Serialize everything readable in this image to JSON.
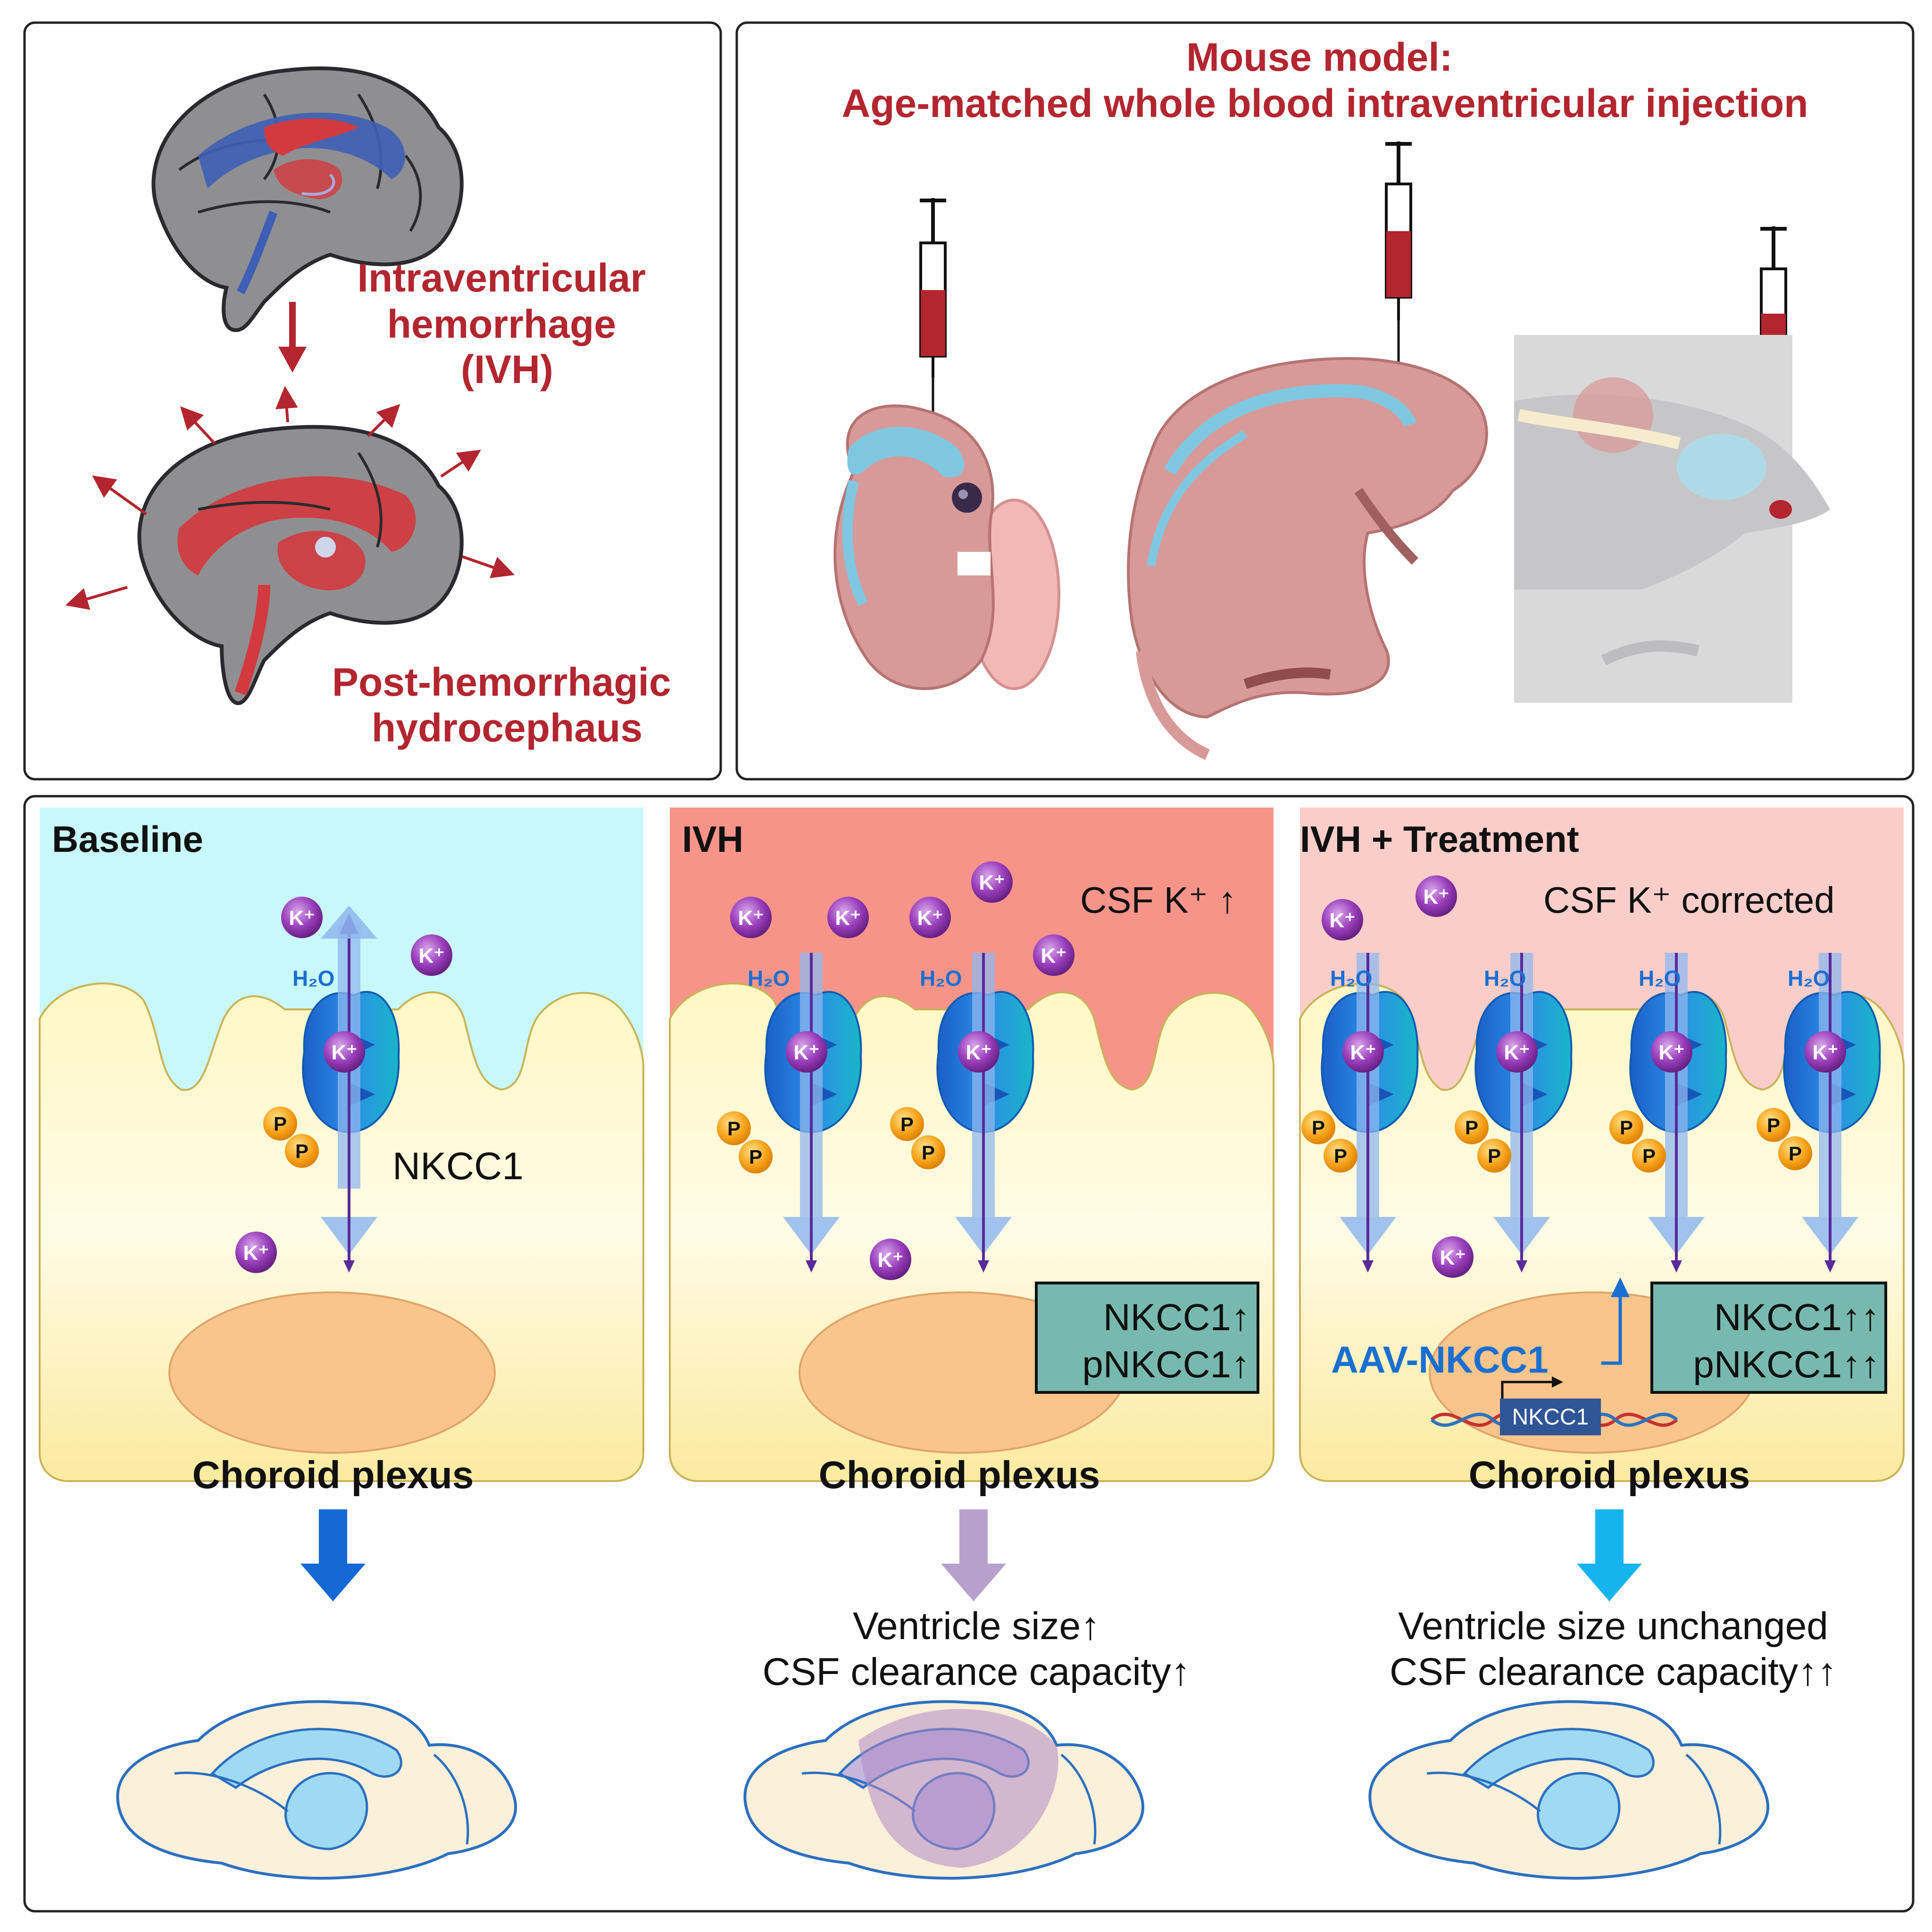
{
  "top_left": {
    "label_ivh": [
      "Intraventricular",
      "hemorrhage",
      "(IVH)"
    ],
    "label_phh": [
      "Post-hemorrhagic",
      "hydrocephaus"
    ]
  },
  "top_right": {
    "title_line1": "Mouse model:",
    "title_line2": "Age-matched whole blood intraventricular injection"
  },
  "panels": {
    "baseline": {
      "title": "Baseline",
      "transporter_label": "NKCC1",
      "water_label": "H₂O",
      "footer": "Choroid plexus"
    },
    "ivh": {
      "title": "IVH",
      "csf_note": "CSF K⁺ ↑",
      "water_label": "H₂O",
      "box_line1": "NKCC1↑",
      "box_line2": "pNKCC1↑",
      "footer": "Choroid plexus",
      "outcome_line1": "Ventricle size↑",
      "outcome_line2": "CSF clearance capacity↑"
    },
    "treatment": {
      "title": "IVH + Treatment",
      "csf_note": "CSF K⁺ corrected",
      "water_label": "H₂O",
      "box_line1": "NKCC1↑↑",
      "box_line2": "pNKCC1↑↑",
      "vector_label": "AAV-NKCC1",
      "gene_label": "NKCC1",
      "footer": "Choroid plexus",
      "outcome_line1": "Ventricle size unchanged",
      "outcome_line2": "CSF clearance capacity↑↑"
    }
  },
  "ion_labels": {
    "potassium": "K⁺",
    "phosphate": "P"
  },
  "colors": {
    "accent_red": "#b3252f",
    "baseline_bg": "#c9f8fb",
    "ivh_bg": "#f7948a",
    "treatment_bg": "#f9cdc9",
    "cell_yellow": "#fbf1b3",
    "transporter_blue": "#1f78d8",
    "potassium_purple": "#8a2fa6",
    "phosphate_orange": "#f4a21d",
    "box_teal": "#77b9ae",
    "aav_blue": "#1b6fd1"
  },
  "icons": [
    "brain-icon",
    "syringe-icon",
    "embryo-icon",
    "pup-icon",
    "adult-mouse-icon",
    "mouse-brain-icon",
    "dna-icon"
  ]
}
